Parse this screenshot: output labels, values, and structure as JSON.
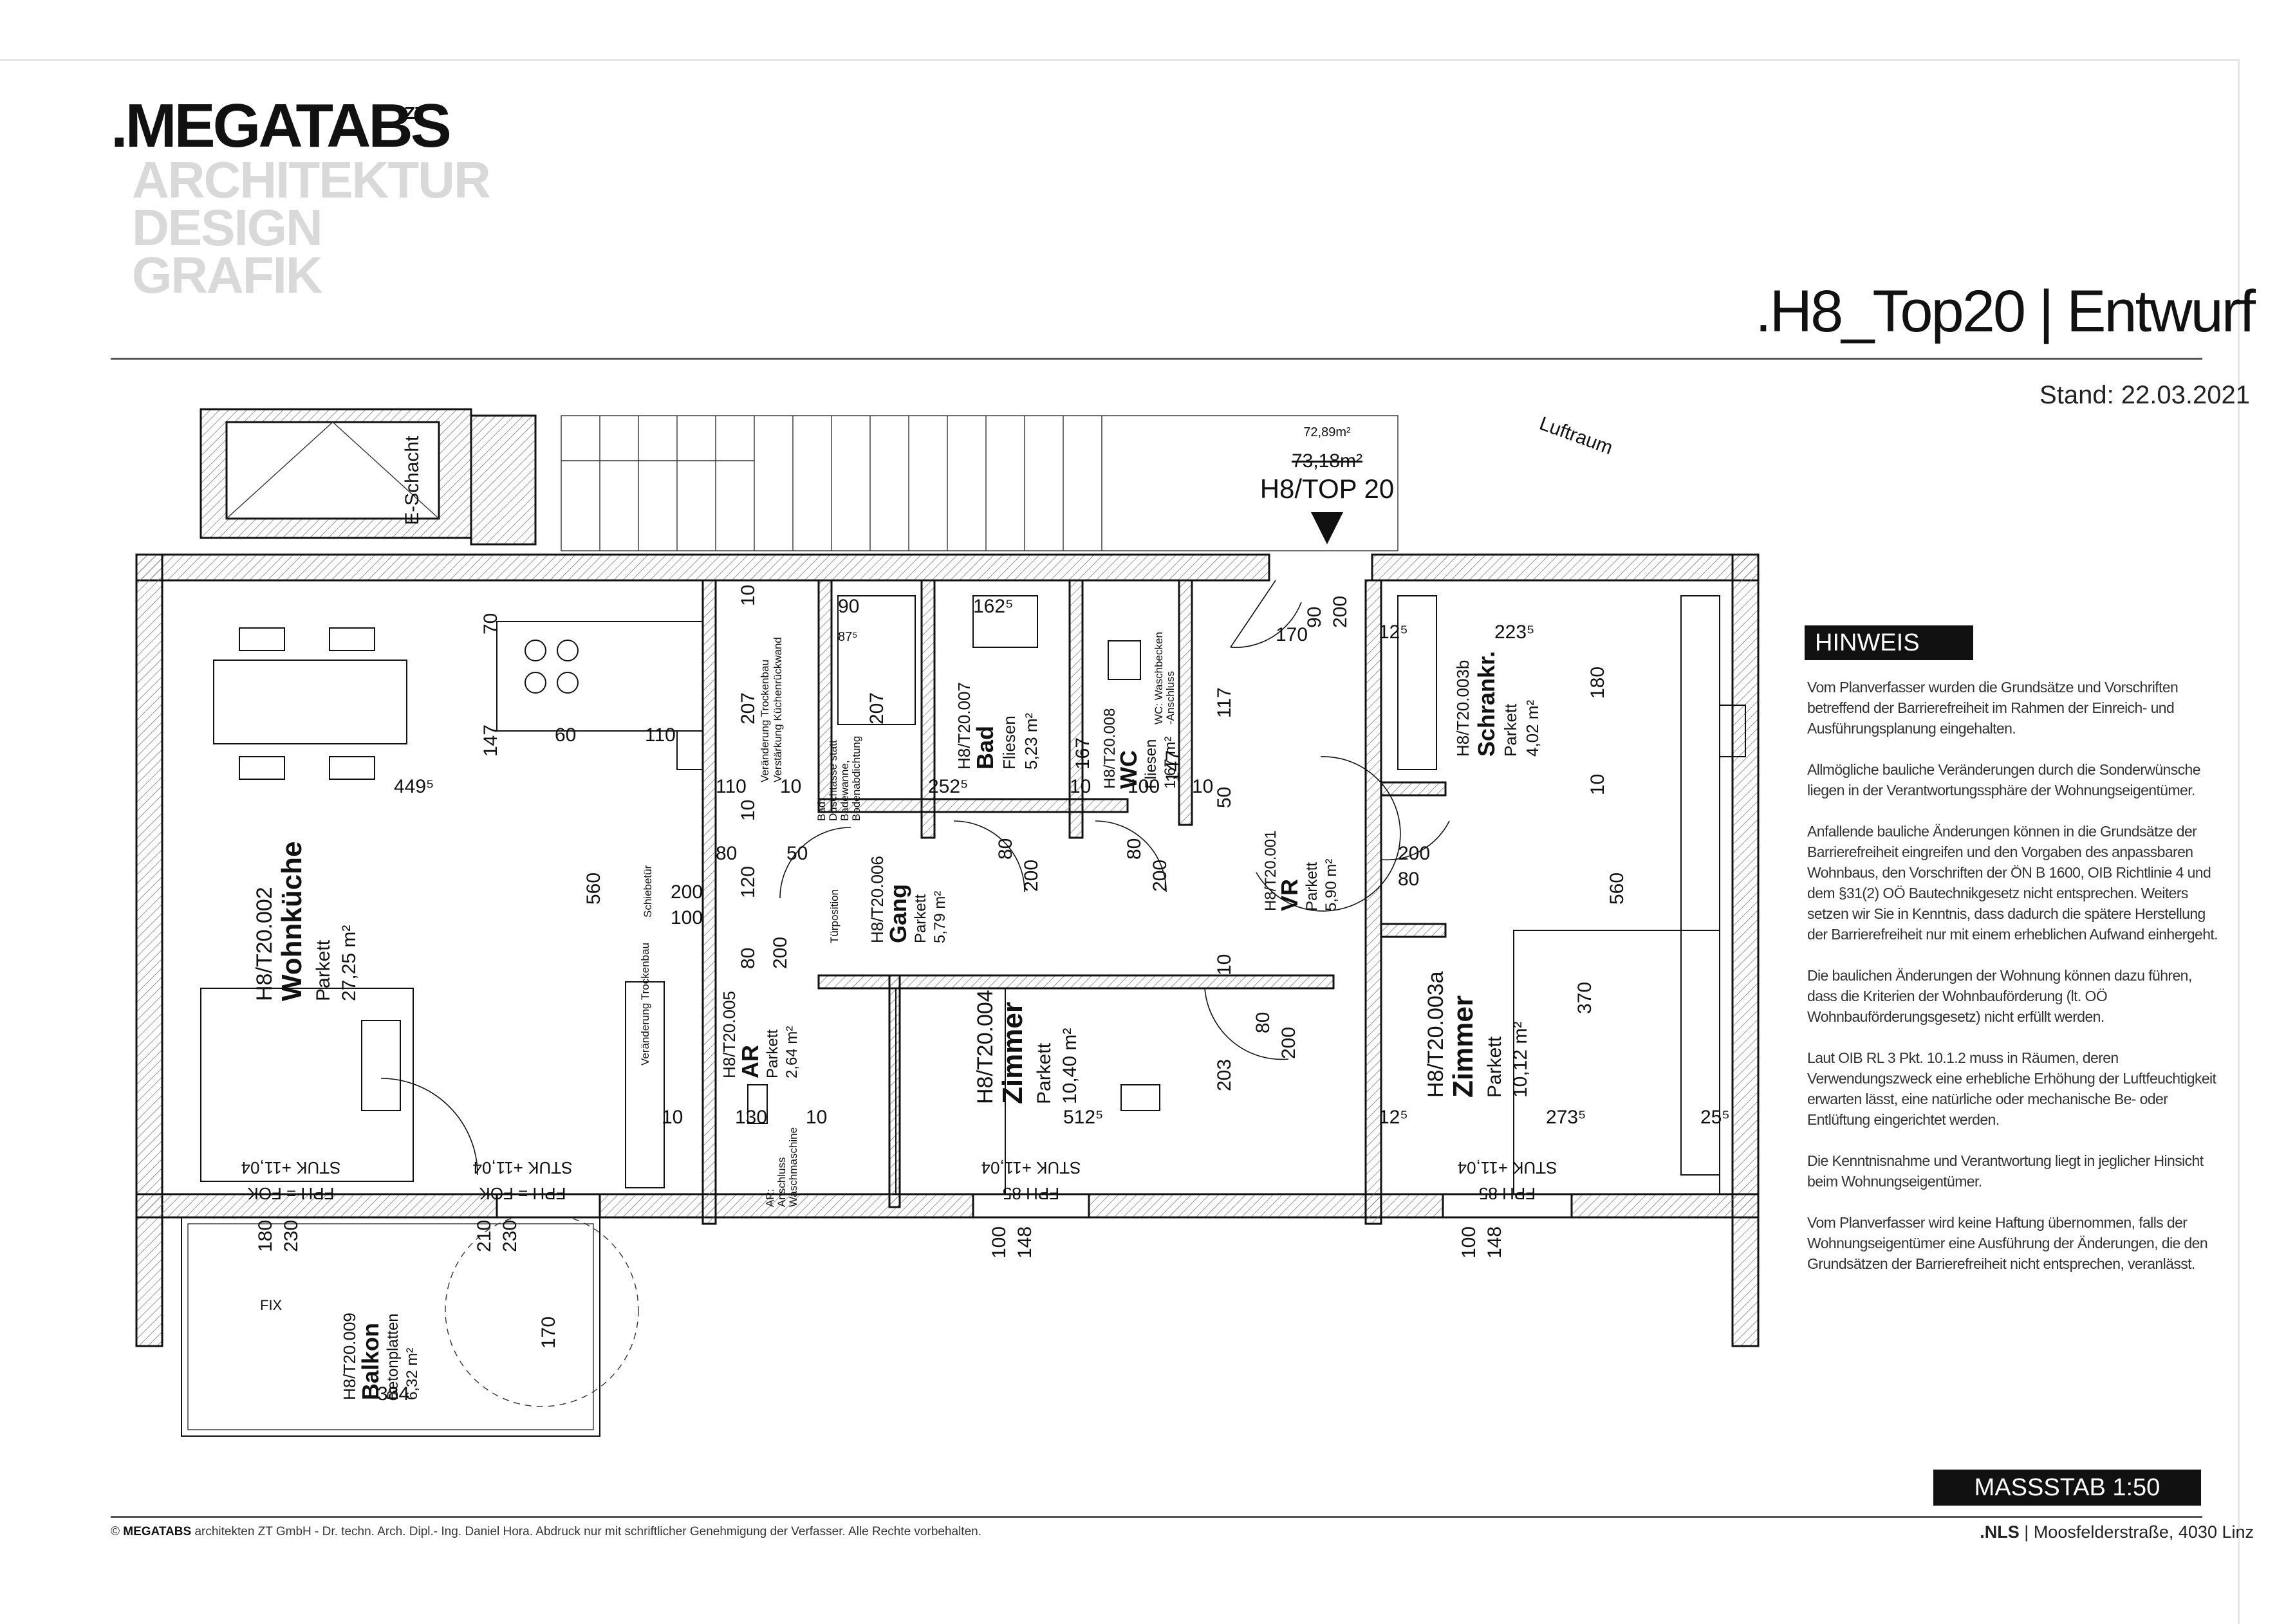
{
  "branding": {
    "logo": ".MEGATABS",
    "logo_suffix": "ZT",
    "tagline": [
      "ARCHITEKTUR",
      "DESIGN",
      "GRAFIK"
    ]
  },
  "header": {
    "project": ".H8_Top20",
    "separator": "|",
    "stage": "Entwurf",
    "date": "Stand: 22.03.2021"
  },
  "unit": {
    "area_old": "73,18m²",
    "area_new": "72,89m²",
    "label": "H8/TOP 20",
    "luftraum": "Luftraum",
    "e_schacht": "E-Schacht"
  },
  "rooms": [
    {
      "id": "H8/T20.002",
      "name": "Wohnküche",
      "floor": "Parkett",
      "area": "27,25 m²"
    },
    {
      "id": "H8/T20.007",
      "name": "Bad",
      "floor": "Fliesen",
      "area": "5,23 m²"
    },
    {
      "id": "H8/T20.008",
      "name": "WC",
      "floor": "Fliesen",
      "area": "1,67 m²"
    },
    {
      "id": "H8/T20.006",
      "name": "Gang",
      "floor": "Parkett",
      "area": "5,79 m²"
    },
    {
      "id": "H8/T20.001",
      "name": "VR",
      "floor": "Parkett",
      "area": "5,90 m²"
    },
    {
      "id": "H8/T20.003b",
      "name": "Schrankr.",
      "floor": "Parkett",
      "area": "4,02 m²"
    },
    {
      "id": "H8/T20.005",
      "name": "AR",
      "floor": "Parkett",
      "area": "2,64 m²"
    },
    {
      "id": "H8/T20.004",
      "name": "Zimmer",
      "floor": "Parkett",
      "area": "10,40 m²"
    },
    {
      "id": "H8/T20.003a",
      "name": "Zimmer",
      "floor": "Parkett",
      "area": "10,12 m²"
    },
    {
      "id": "H8/T20.009",
      "name": "Balkon",
      "floor": "Betonplatten",
      "area": "6,32 m²"
    }
  ],
  "dimensions": {
    "d70": "70",
    "d147": "147",
    "d449": "449⁵",
    "d60": "60",
    "d110a": "110",
    "d110b": "110",
    "d10a": "10",
    "d10b": "10",
    "d207a": "207",
    "d207b": "207",
    "d90a": "90",
    "d87": "87⁵",
    "d162": "162⁵",
    "d252": "252⁵",
    "d167": "167",
    "d100": "100",
    "d147b": "147",
    "d117": "117",
    "d50a": "50",
    "d170": "170",
    "d12a": "12⁵",
    "d223": "223⁵",
    "d180a": "180",
    "d90b": "90",
    "d200a": "200",
    "d80a": "80",
    "d50b": "50",
    "d560a": "560",
    "d200b": "200",
    "d100b": "100",
    "d120": "120",
    "d80b": "80",
    "d200c": "200",
    "d80c": "80",
    "d200d": "200",
    "d80d": "80",
    "d200e": "200",
    "d200f": "200",
    "d80e": "80",
    "d80f": "80",
    "d200g": "200",
    "d560b": "560",
    "d370": "370",
    "d203": "203",
    "d512": "512⁵",
    "d273": "273⁵",
    "d25": "25⁵",
    "d12b": "12⁵",
    "d10c": "10",
    "d130": "130",
    "d10d": "10",
    "d180b": "180",
    "d230a": "230",
    "d210": "210",
    "d230b": "230",
    "d100c": "100",
    "d148a": "148",
    "d100d": "100",
    "d148b": "148",
    "d170b": "170",
    "d384": "384",
    "d200h": "200",
    "d10e": "10"
  },
  "annotations": {
    "stuk_a": "STUK +11,04",
    "fph_a": "FPH = FOK",
    "stuk_b": "STUK +11,04",
    "fph_b": "FPH = FOK",
    "stuk_c": "STUK +11,04",
    "fph_c": "FPH 85",
    "stuk_d": "STUK +11,04",
    "fph_d": "FPH 85",
    "fix": "FIX",
    "red_trockenbau": "Veränderung Trockenbau",
    "red_kuechen": "Verstärkung Küchenrückwand",
    "red_bad1": "Bad:",
    "red_bad2": "Duschtasse statt",
    "red_bad3": "Badewanne,",
    "red_bad4": "Bodenabdichtung",
    "red_wc1": "WC: Waschbecken",
    "red_wc2": "-Anschluss",
    "red_schiebe": "Schiebetür",
    "red_tuer": "Türposition",
    "red_trocken2": "Veränderung Trockenbau",
    "red_ar1": "AR:",
    "red_ar2": "Anschluss",
    "red_ar3": "Waschmaschine"
  },
  "hinweis": {
    "title": "HINWEIS",
    "paragraphs": [
      "Vom Planverfasser wurden die Grundsätze und Vorschriften betreffend der Barrierefreiheit im Rahmen der Einreich- und Ausführungsplanung eingehalten.",
      "Allmögliche bauliche Veränderungen durch die Sonderwünsche liegen in der Verantwortungssphäre der Wohnungseigentümer.",
      "Anfallende bauliche Änderungen können in die Grundsätze der Barrierefreiheit eingreifen und den Vorgaben des anpassbaren Wohnbaus, den Vorschriften der ÖN B 1600, OIB Richtlinie 4 und dem §31(2) OÖ Bautechnikgesetz nicht entsprechen. Weiters setzen wir Sie in Kenntnis, dass dadurch die spätere Herstellung der Barrierefreiheit nur mit einem erheblichen Aufwand einhergeht.",
      "Die baulichen Änderungen der Wohnung können dazu führen, dass die Kriterien der Wohnbauförderung (lt. OÖ Wohnbauförderungsgesetz) nicht erfüllt werden.",
      "Laut OIB RL 3 Pkt. 10.1.2 muss in Räumen, deren Verwendungszweck eine erhebliche Erhöhung der Luftfeuchtigkeit erwarten lässt, eine natürliche oder mechanische Be- oder Entlüftung eingerichtet werden.",
      "Die Kenntnisnahme und Verantwortung liegt in jeglicher Hinsicht beim Wohnungseigentümer.",
      "Vom Planverfasser wird keine Haftung übernommen, falls der Wohnungseigentümer eine Ausführung der Änderungen, die den Grundsätzen der Barrierefreiheit nicht entsprechen, veranlässt."
    ]
  },
  "scale": "MASSSTAB 1:50",
  "footer": {
    "copyright_symbol": "©",
    "company": "MEGATABS",
    "text": " architekten ZT GmbH - Dr. techn. Arch. Dipl.- Ing. Daniel Hora. Abdruck nur mit schriftlicher Genehmigung der Verfasser. Alle Rechte vorbehalten.",
    "project_tag": ".NLS",
    "address": " | Moosfelderstraße, 4030 Linz"
  }
}
